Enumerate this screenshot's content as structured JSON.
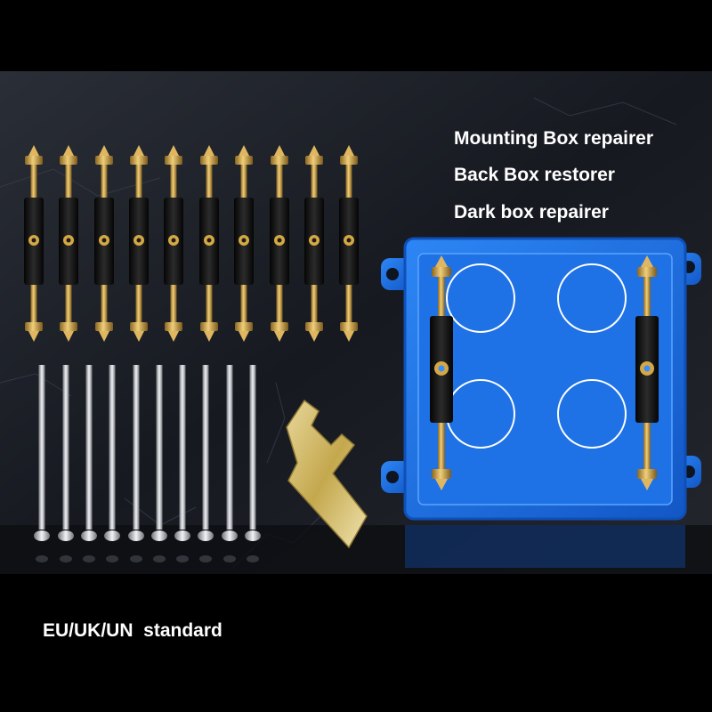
{
  "headlines": [
    "Mounting Box repairer",
    "Back Box restorer",
    "Dark box repairer"
  ],
  "footer": "EU/UK/UN  standard",
  "counts": {
    "repair_bolts": 10,
    "screws": 10
  },
  "colors": {
    "background": "#000000",
    "stone_panel": "#1c1f26",
    "box_blue": "#1a6fe0",
    "brass": "#c9a24a",
    "sleeve": "#141414",
    "screw": "#c9ccd1",
    "text": "#ffffff"
  },
  "icons": [
    "repair-bolt-icon",
    "long-screw-icon",
    "wrench-icon",
    "mounting-box-icon"
  ]
}
